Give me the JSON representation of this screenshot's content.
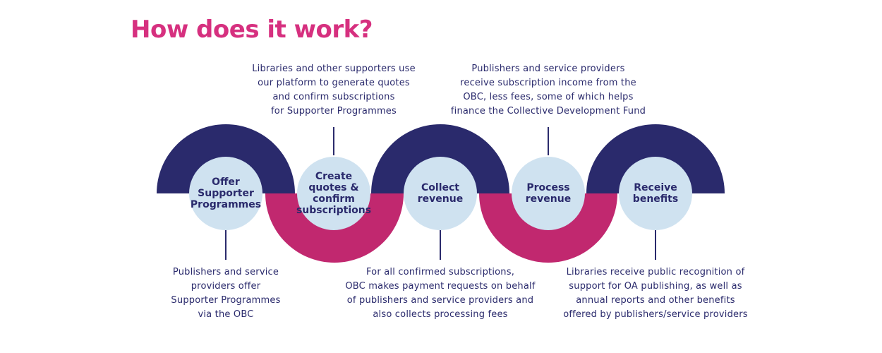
{
  "title": "How does it work?",
  "colors": {
    "title": "#d6307f",
    "navy": "#2a2a6c",
    "magenta": "#c1286f",
    "circle": "#cfe2f0",
    "text": "#2a2a6c"
  },
  "steps": [
    {
      "lines": [
        "Offer",
        "Supporter",
        "Programmes"
      ]
    },
    {
      "lines": [
        "Create",
        "quotes &",
        "confirm",
        "subscriptions"
      ]
    },
    {
      "lines": [
        "Collect",
        "revenue"
      ]
    },
    {
      "lines": [
        "Process",
        "revenue"
      ]
    },
    {
      "lines": [
        "Receive",
        "benefits"
      ]
    }
  ],
  "descriptions": [
    {
      "lines": [
        "Publishers and service",
        "providers offer",
        "Supporter Programmes",
        "via the OBC"
      ]
    },
    {
      "lines": [
        "Libraries and other supporters use",
        "our platform to generate quotes",
        "and confirm subscriptions",
        "for Supporter Programmes"
      ]
    },
    {
      "lines": [
        "For all confirmed subscriptions,",
        "OBC makes payment requests on behalf",
        "of publishers and service providers and",
        "also collects processing fees"
      ]
    },
    {
      "lines": [
        "Publishers and service providers",
        "receive subscription income from the",
        "OBC, less fees, some of which helps",
        "finance the Collective Development Fund"
      ]
    },
    {
      "lines": [
        "Libraries receive public recognition of",
        "support for OA publishing, as well as",
        "annual reports and other benefits",
        "offered by publishers/service providers"
      ]
    }
  ]
}
